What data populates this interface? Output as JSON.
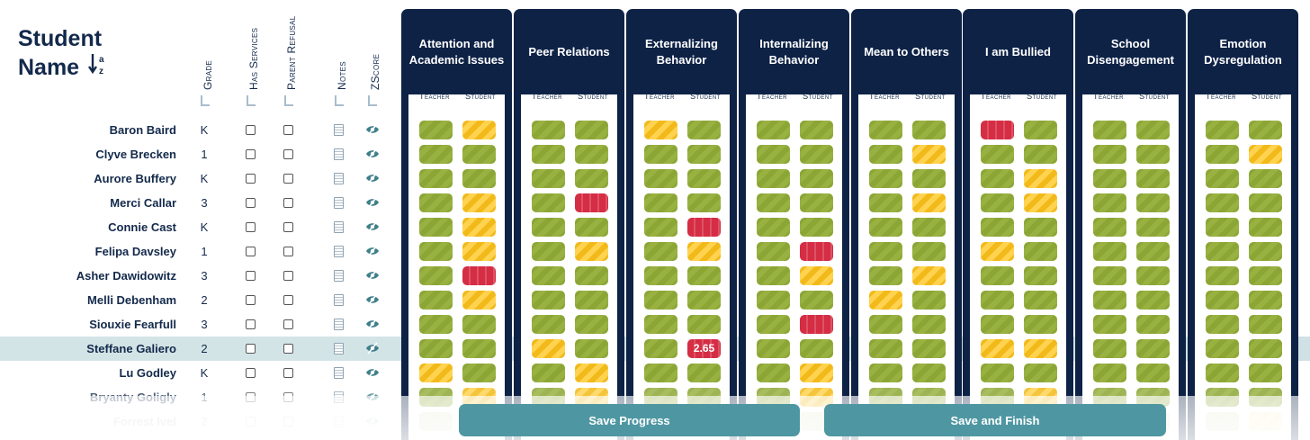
{
  "header": {
    "title_line1": "Student",
    "title_line2": "Name",
    "sort_icon": "sort-alpha-down-icon",
    "col_grade": "Grade",
    "col_services": "Has Services",
    "col_refusal": "Parent Refusal",
    "col_notes": "Notes",
    "col_zscore": "ZScore"
  },
  "sub_labels": {
    "teacher": "Teacher",
    "student": "Student"
  },
  "categories": [
    "Attention and Academic Issues",
    "Peer Relations",
    "Externalizing Behavior",
    "Internalizing Behavior",
    "Mean to Others",
    "I am Bullied",
    "School Disengagement",
    "Emotion Dysregulation"
  ],
  "students": [
    {
      "name": "Baron Baird",
      "grade": "K"
    },
    {
      "name": "Clyve Brecken",
      "grade": "1"
    },
    {
      "name": "Aurore Buffery",
      "grade": "K"
    },
    {
      "name": "Merci Callar",
      "grade": "3"
    },
    {
      "name": "Connie Cast",
      "grade": "K"
    },
    {
      "name": "Felipa Davsley",
      "grade": "1"
    },
    {
      "name": "Asher Dawidowitz",
      "grade": "3"
    },
    {
      "name": "Melli Debenham",
      "grade": "2"
    },
    {
      "name": "Siouxie Fearfull",
      "grade": "3"
    },
    {
      "name": "Steffane Galiero",
      "grade": "2",
      "selected": true
    },
    {
      "name": "Lu Godley",
      "grade": "K"
    },
    {
      "name": "Bryanty Goligly",
      "grade": "1"
    },
    {
      "name": "Forrest Ivel",
      "grade": "2"
    }
  ],
  "ratings": [
    "GY GG YG GG GG RG GG GG",
    "GG GG GG GG GY GG GG GY",
    "GG GG GG GG GG GY GG GG",
    "GY GR GG GG GY GY GG GG",
    "GY GG GR GG GG GG GG GG",
    "GY GY GY GR GG YG GG GG",
    "GR GG GG GY GY GG GG GG",
    "GY GG GG GG YG GG GG GG",
    "GG GG GG GR GG GG GG GG",
    "GG YG GR GG GG YY GG GG",
    "YG GY GG GY GG GG GG GG",
    "GY GY GG GY GG GY GG GG",
    "GG GG GG GG GG GG GG GY"
  ],
  "selected_value": "2.65",
  "colors": {
    "navy": "#0e2246",
    "green": "#8ca636",
    "yellow": "#f2b91a",
    "red": "#d52d44",
    "teal": "#4e97a2"
  },
  "buttons": {
    "save_progress": "Save Progress",
    "save_finish": "Save and Finish"
  }
}
